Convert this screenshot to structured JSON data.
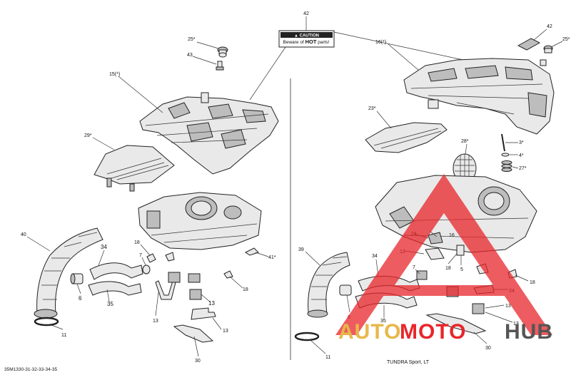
{
  "diagram": {
    "caution": {
      "title": "▲ CAUTION",
      "body_prefix": "Beware of ",
      "body_bold": "HOT",
      "body_suffix": " parts!"
    },
    "left_callouts": [
      "42",
      "25*",
      "43",
      "15(*)",
      "29*",
      "40",
      "34",
      "18",
      "7",
      "6",
      "35",
      "41*",
      "18",
      "13",
      "13",
      "13",
      "11",
      "30"
    ],
    "right_callouts": [
      "42",
      "25*",
      "16(*)",
      "23*",
      "3*",
      "4*",
      "27*",
      "28*",
      "39",
      "34",
      "24",
      "16",
      "13",
      "18",
      "5",
      "7",
      "18",
      "24",
      "6",
      "35",
      "13",
      "13",
      "11",
      "30"
    ],
    "footer_left": "35M1330-31-32-33-34-35",
    "footer_right": "TUNDRA Sport, LT"
  },
  "watermark": {
    "part1": "AUTO",
    "part2": "MOTO",
    "part3": "HUB",
    "color_red": "#e8262b",
    "color_gold": "#e8b84a"
  }
}
